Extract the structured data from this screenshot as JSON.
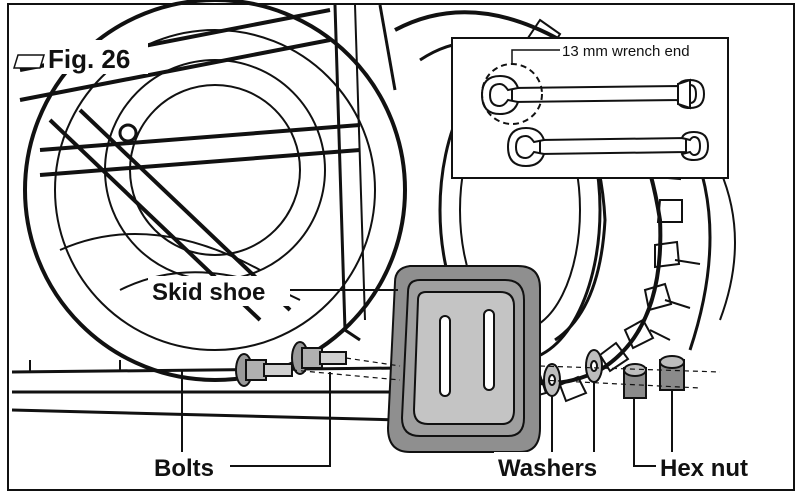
{
  "figure": {
    "label": "Fig. 26",
    "inset": {
      "wrench_callout": "13 mm wrench end"
    },
    "callouts": {
      "skid_shoe": "Skid shoe",
      "bolts": "Bolts",
      "washers": "Washers",
      "hex_nut": "Hex nut"
    }
  },
  "colors": {
    "line": "#111111",
    "paper": "#ffffff",
    "skid_shoe_fill": "#8f8f8f",
    "hardware_fill": "#9a9a9a"
  }
}
